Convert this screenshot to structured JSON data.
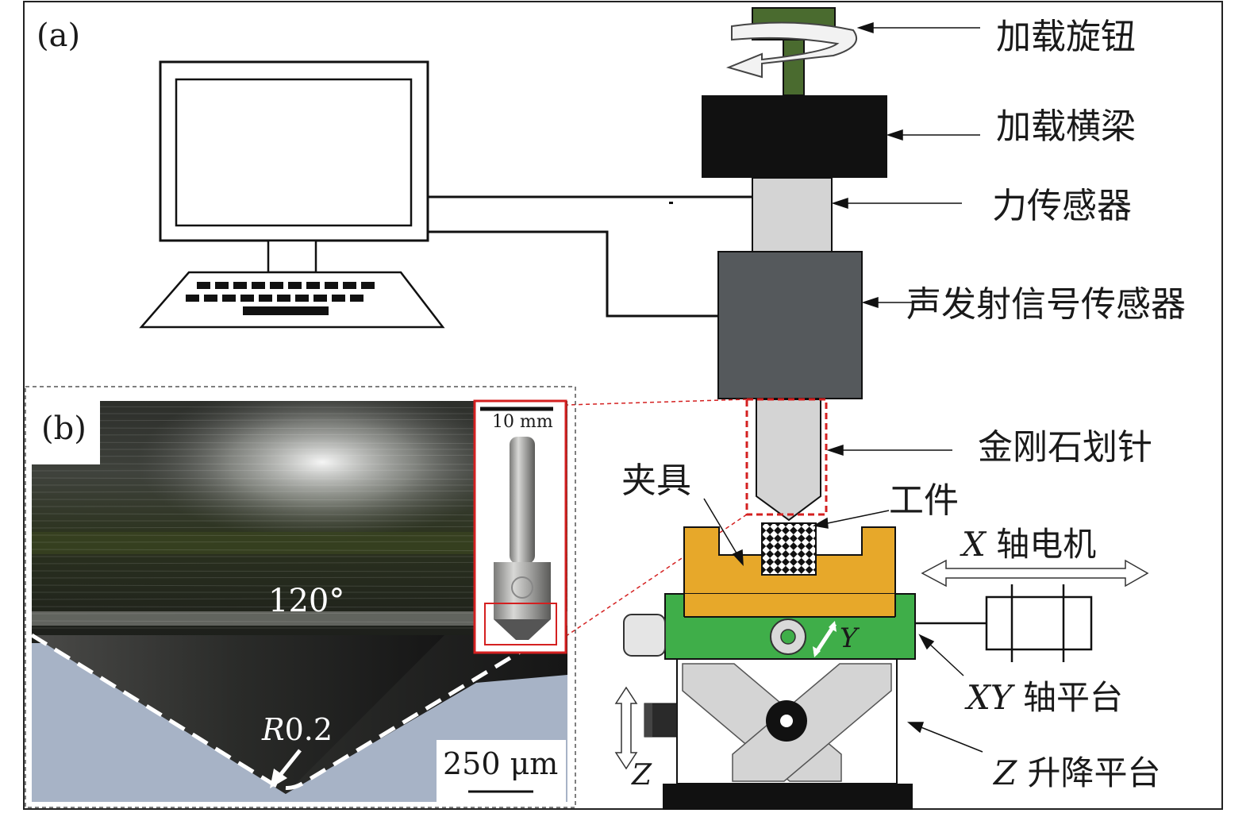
{
  "panels": {
    "a_label": "(a)",
    "b_label": "(b)"
  },
  "callouts": {
    "knob": "加载旋钮",
    "beam": "加载横梁",
    "force_sensor": "力传感器",
    "ae_sensor": "声发射信号传感器",
    "stylus": "金刚石划针",
    "fixture": "夹具",
    "workpiece": "工件",
    "x_motor": {
      "axis": "X",
      "text": " 轴电机"
    },
    "xy_stage": {
      "axis": "XY",
      "text": " 轴平台"
    },
    "z_stage": {
      "axis": "Z",
      "text": " 升降平台"
    }
  },
  "axes": {
    "y": "Y",
    "z": "Z"
  },
  "micrograph": {
    "angle": "120°",
    "radius_italic": "R",
    "radius_value": "0.2",
    "scale_bar": "250 μm"
  },
  "inset": {
    "scale_bar": "10 mm"
  },
  "colors": {
    "knob": "#4a6b2f",
    "beam": "#111111",
    "sensor_light": "#d4d4d4",
    "ae_sensor": "#55595c",
    "fixture": "#e7a82a",
    "xy_stage": "#3fae49",
    "inset_border": "#d42020",
    "accent_dash": "#d42020"
  }
}
